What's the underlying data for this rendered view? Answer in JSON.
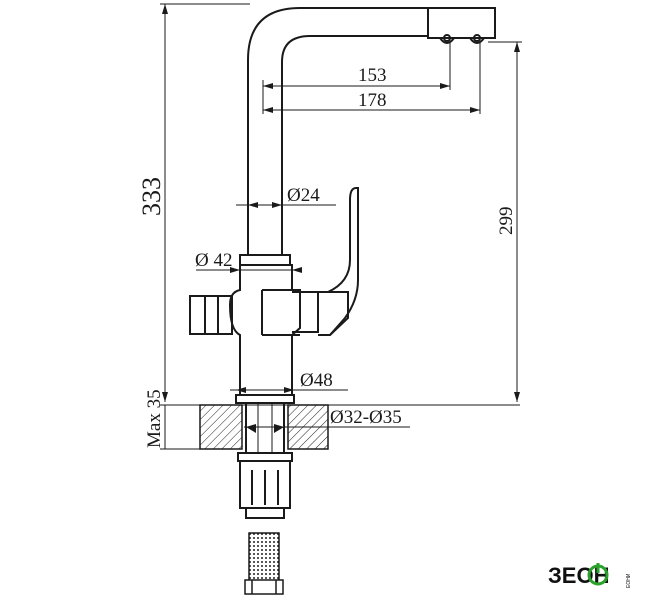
{
  "drawing": {
    "dimensions": {
      "spout_reach_inner": "153",
      "spout_reach_outer": "178",
      "total_height": "333",
      "spout_height": "299",
      "diameter_spout": "Ø24",
      "diameter_body": "Ø 42",
      "diameter_base": "Ø48",
      "mount_hole": "Ø32-Ø35",
      "max_thickness": "Max 35"
    },
    "logo": {
      "brand": "ЗЕОН",
      "sub": "ЕОНИ"
    }
  }
}
